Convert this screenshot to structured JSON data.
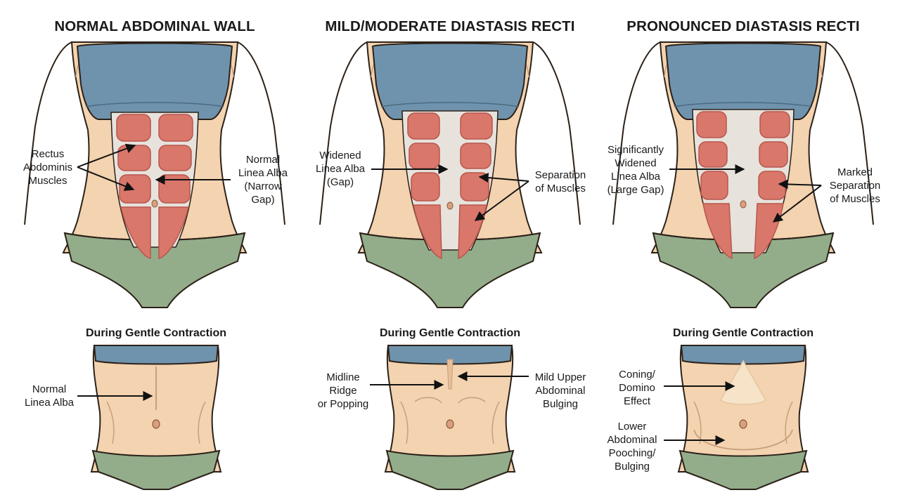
{
  "panels": [
    {
      "title": "NORMAL ABDOMINAL WALL",
      "contraction_title": "During Gentle Contraction",
      "labels": {
        "muscles": "Rectus\nAbdominis\nMuscles",
        "linea": "Normal\nLinea Alba\n(Narrow\nGap)",
        "contraction": "Normal\nLinea Alba"
      }
    },
    {
      "title": "MILD/MODERATE DIASTASIS RECTI",
      "contraction_title": "During Gentle Contraction",
      "labels": {
        "linea": "Widened\nLinea Alba\n(Gap)",
        "separation": "Separation\nof Muscles",
        "ridge": "Midline\nRidge\nor Popping",
        "bulging": "Mild Upper\nAbdominal\nBulging"
      }
    },
    {
      "title": "PRONOUNCED DIASTASIS RECTI",
      "contraction_title": "During Gentle Contraction",
      "labels": {
        "linea": "Significantly\nWidened\nLinea Alba\n(Large Gap)",
        "separation": "Marked\nSeparation\nof Muscles",
        "coning": "Coning/\nDomino\nEffect",
        "pooching": "Lower\nAbdominal\nPooching/\nBulging"
      }
    }
  ],
  "colors": {
    "skin": "#f3d3b0",
    "skin_shade": "#e8bf98",
    "top": "#6f93ad",
    "briefs": "#93ad8b",
    "muscle": "#d9776b",
    "muscle_line": "#b8564d",
    "fascia": "#e7e2dc",
    "outline": "#2c2118"
  },
  "icons": [
    "arrow-icon"
  ]
}
